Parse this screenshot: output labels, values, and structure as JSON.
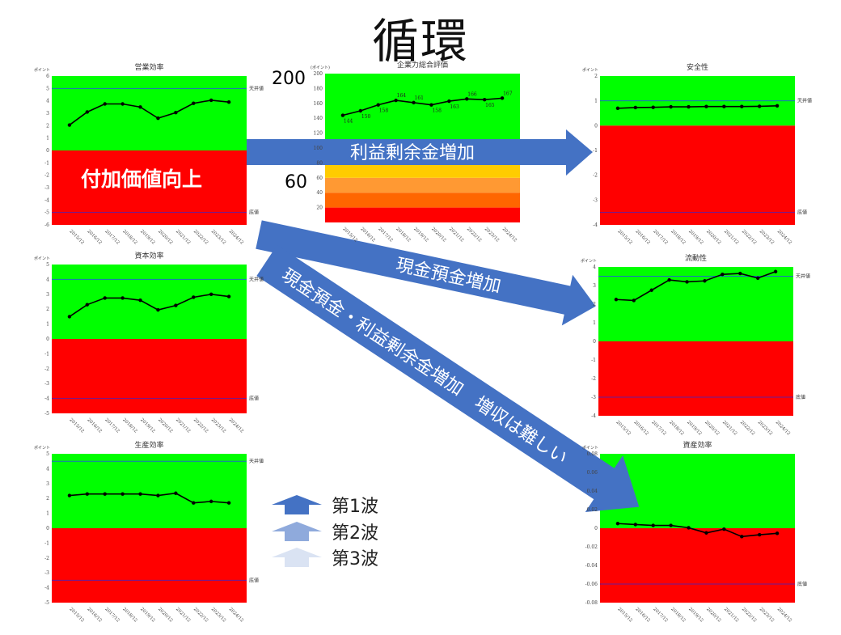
{
  "title": "循環",
  "overlay_label": "付加価値向上",
  "side_labels": {
    "top": "200",
    "bottom": "60"
  },
  "arrows": [
    {
      "label": "利益剰余金増加",
      "color": "#4472c4"
    },
    {
      "label": "現金預金増加",
      "color": "#4472c4"
    },
    {
      "label": "現金預金・利益剰余金増加　増収は難しい",
      "color": "#4472c4"
    }
  ],
  "legend": [
    {
      "label": "第1波",
      "color": "#4472c4"
    },
    {
      "label": "第2波",
      "color": "#8faadc"
    },
    {
      "label": "第3波",
      "color": "#dae3f3"
    }
  ],
  "colors": {
    "good": "#00ff00",
    "bad": "#ff0000",
    "ceiling_line": "#1f6fbf",
    "floor_line": "#6a1b9a"
  },
  "chart_data": [
    {
      "id": "eigyo",
      "type": "line",
      "title": "営業効率",
      "ylabel": "ポイント",
      "ylim": [
        -6,
        6
      ],
      "ystep": 1,
      "categories": [
        "2015/12",
        "2016/12",
        "2017/12",
        "2018/12",
        "2019/12",
        "2020/12",
        "2021/12",
        "2022/12",
        "2023/12",
        "2024/12"
      ],
      "values": [
        2.05,
        3.1,
        3.75,
        3.75,
        3.5,
        2.6,
        3.05,
        3.8,
        4.05,
        3.9
      ],
      "ceiling": {
        "label": "天井値",
        "value": 5
      },
      "floor": {
        "label": "底値",
        "value": -5
      }
    },
    {
      "id": "shihon",
      "type": "line",
      "title": "資本効率",
      "ylabel": "ポイント",
      "ylim": [
        -5,
        5
      ],
      "ystep": 1,
      "categories": [
        "2015/12",
        "2016/12",
        "2017/12",
        "2018/12",
        "2019/12",
        "2020/12",
        "2021/12",
        "2022/12",
        "2023/12",
        "2024/12"
      ],
      "values": [
        1.5,
        2.3,
        2.75,
        2.75,
        2.6,
        1.95,
        2.25,
        2.8,
        3.0,
        2.85
      ],
      "ceiling": {
        "label": "天井値",
        "value": 4
      },
      "floor": {
        "label": "底値",
        "value": -4
      }
    },
    {
      "id": "seisan",
      "type": "line",
      "title": "生産効率",
      "ylabel": "ポイント",
      "ylim": [
        -5,
        5
      ],
      "ystep": 1,
      "categories": [
        "2015/12",
        "2016/12",
        "2017/12",
        "2018/12",
        "2019/12",
        "2020/12",
        "2021/12",
        "2022/12",
        "2023/12",
        "2024/12"
      ],
      "values": [
        2.2,
        2.3,
        2.3,
        2.3,
        2.3,
        2.2,
        2.35,
        1.7,
        1.8,
        1.7
      ],
      "ceiling": {
        "label": "天井値",
        "value": 4.5
      },
      "floor": {
        "label": "底値",
        "value": -3.5
      }
    },
    {
      "id": "anzen",
      "type": "line",
      "title": "安全性",
      "ylabel": "ポイント",
      "ylim": [
        -4,
        2
      ],
      "ystep": 1,
      "categories": [
        "2015/12",
        "2016/12",
        "2017/12",
        "2018/12",
        "2019/12",
        "2020/12",
        "2021/12",
        "2022/12",
        "2023/12",
        "2024/12"
      ],
      "values": [
        0.7,
        0.73,
        0.74,
        0.76,
        0.76,
        0.77,
        0.77,
        0.77,
        0.78,
        0.8
      ],
      "ceiling": {
        "label": "天井値",
        "value": 1
      },
      "floor": {
        "label": "底値",
        "value": -3.5
      }
    },
    {
      "id": "ryudo",
      "type": "line",
      "title": "流動性",
      "ylabel": "ポイント",
      "ylim": [
        -4,
        4
      ],
      "ystep": 1,
      "categories": [
        "2015/12",
        "2016/12",
        "2017/12",
        "2018/12",
        "2019/12",
        "2020/12",
        "2021/12",
        "2022/12",
        "2023/12",
        "2024/12"
      ],
      "values": [
        2.25,
        2.2,
        2.75,
        3.3,
        3.2,
        3.25,
        3.6,
        3.65,
        3.4,
        3.75
      ],
      "ceiling": {
        "label": "天井値",
        "value": 3.5
      },
      "floor": {
        "label": "底値",
        "value": -3
      }
    },
    {
      "id": "shisan",
      "type": "line",
      "title": "資産効率",
      "ylabel": "ポイント",
      "ylim": [
        -0.08,
        0.08
      ],
      "ystep": 0.02,
      "categories": [
        "2015/12",
        "2016/12",
        "2017/12",
        "2018/12",
        "2019/12",
        "2020/12",
        "2021/12",
        "2022/12",
        "2023/12",
        "2024/12"
      ],
      "values": [
        0.005,
        0.004,
        0.003,
        0.003,
        0.0005,
        -0.005,
        -0.001,
        -0.009,
        -0.007,
        -0.0055
      ],
      "floor": {
        "label": "底値",
        "value": -0.06
      }
    },
    {
      "id": "sogo",
      "type": "line",
      "title": "企業力総合評価",
      "ylabel": "(ポイント)",
      "ylim": [
        0,
        200
      ],
      "ystep": 20,
      "categories": [
        "2015/12",
        "2016/12",
        "2017/12",
        "2018/12",
        "2019/12",
        "2020/12",
        "2021/12",
        "2022/12",
        "2023/12",
        "2024/12"
      ],
      "values": [
        144,
        150,
        158,
        164,
        161,
        158,
        163,
        166,
        165,
        167
      ],
      "data_labels": true,
      "bands": [
        {
          "from": 0,
          "to": 20,
          "color": "#ff0000"
        },
        {
          "from": 20,
          "to": 40,
          "color": "#ff6600"
        },
        {
          "from": 40,
          "to": 60,
          "color": "#ff9933"
        },
        {
          "from": 60,
          "to": 80,
          "color": "#ffcc00"
        },
        {
          "from": 80,
          "to": 100,
          "color": "#ccff00"
        },
        {
          "from": 100,
          "to": 200,
          "color": "#00ff00"
        }
      ]
    }
  ]
}
